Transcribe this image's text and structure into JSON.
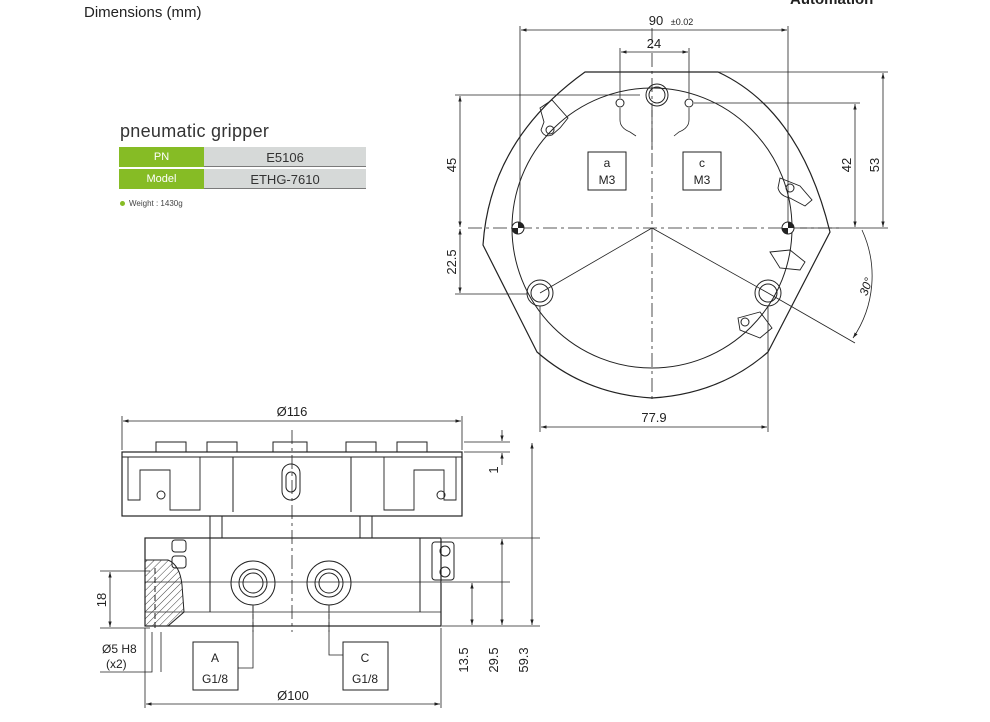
{
  "header": {
    "title": "Dimensions (mm)",
    "brand": "Automation"
  },
  "spec": {
    "title": "pneumatic gripper",
    "rows": [
      {
        "label": "PN",
        "value": "E5106"
      },
      {
        "label": "Model",
        "value": "ETHG-7610"
      }
    ],
    "weight": "Weight : 1430g"
  },
  "top_view": {
    "dim_width": "90",
    "dim_width_tol": "±0.02",
    "dim_24": "24",
    "dim_45": "45",
    "dim_22_5": "22.5",
    "dim_42": "42",
    "dim_53": "53",
    "dim_77_9": "77.9",
    "angle": "30°",
    "port_a": {
      "letter": "a",
      "thread": "M3"
    },
    "port_c": {
      "letter": "c",
      "thread": "M3"
    }
  },
  "side_view": {
    "dim_top_dia": "Ø116",
    "dim_bottom_dia": "Ø100",
    "dim_1": "1",
    "dim_18": "18",
    "dim_13_5": "13.5",
    "dim_29_5": "29.5",
    "dim_59_3": "59.3",
    "pin_hole": "Ø5 H8",
    "pin_count": "(x2)",
    "port_A": {
      "letter": "A",
      "thread": "G1/8"
    },
    "port_C": {
      "letter": "C",
      "thread": "G1/8"
    }
  },
  "colors": {
    "accent_green": "#86bc25",
    "table_gray": "#d6d9d8",
    "line": "#222222"
  }
}
